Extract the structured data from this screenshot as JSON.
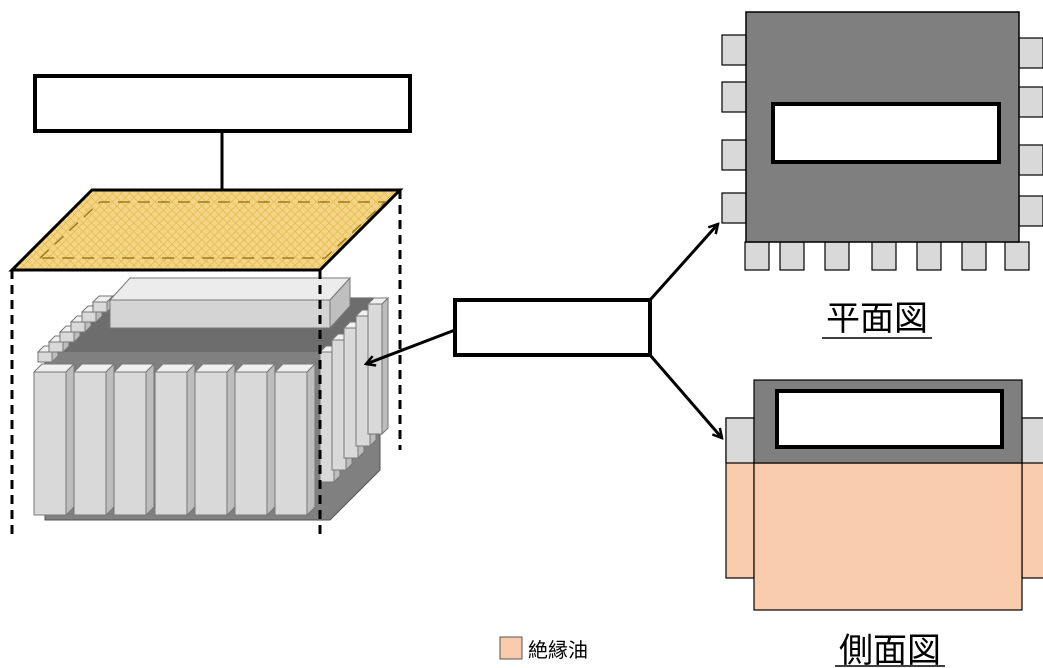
{
  "labels": {
    "plan_view": "平面図",
    "side_view": "側面図"
  },
  "legend": {
    "insulating_oil": {
      "label": "絶縁油",
      "color": "#f8cbad"
    }
  },
  "colors": {
    "package_body": "#7f7f7f",
    "lead": "#d9d9d9",
    "lid": "#f4d583",
    "lid_hatch": "#e8c060",
    "chip_top": "#d9d9d9",
    "oil": "#f8cbad",
    "outline": "#000000"
  }
}
